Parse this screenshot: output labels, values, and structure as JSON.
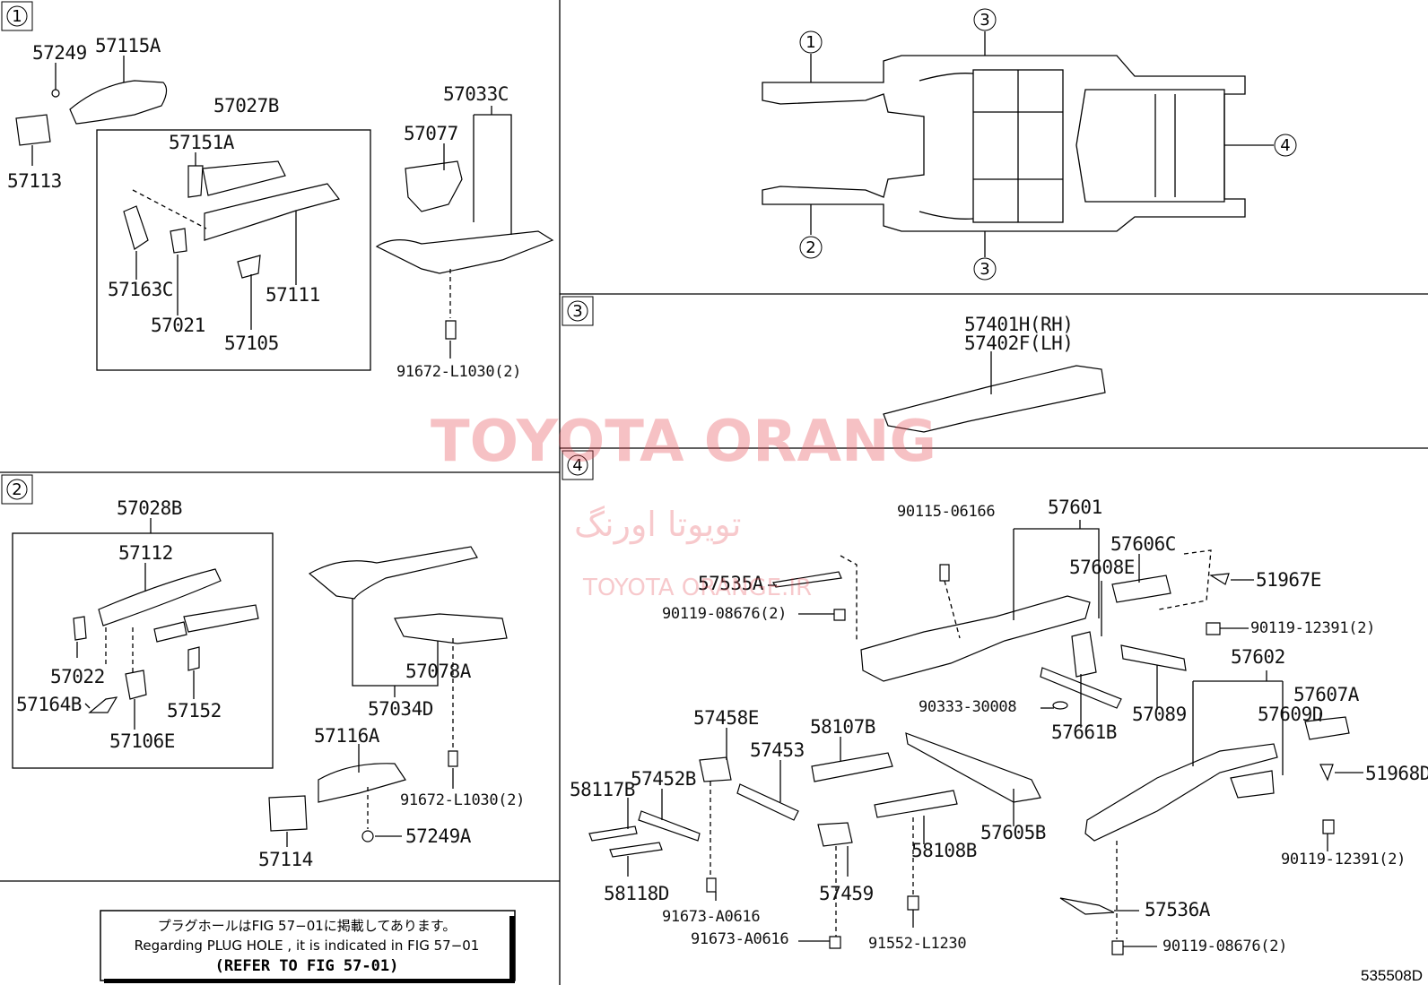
{
  "sections": {
    "s1": "1",
    "s2": "2",
    "s3": "3",
    "s4": "4"
  },
  "overview": {
    "c1": "1",
    "c2": "2",
    "c3a": "3",
    "c3b": "3",
    "c4": "4"
  },
  "section1": {
    "p57249": "57249",
    "p57115A": "57115A",
    "p57113": "57113",
    "p57027B": "57027B",
    "p57151A": "57151A",
    "p57163C": "57163C",
    "p57021": "57021",
    "p57105": "57105",
    "p57111": "57111",
    "p57033C": "57033C",
    "p57077": "57077",
    "p91672": "91672-L1030(2)"
  },
  "section2": {
    "p57028B": "57028B",
    "p57112": "57112",
    "p57022": "57022",
    "p57164B": "57164B",
    "p57106E": "57106E",
    "p57152": "57152",
    "p57078A": "57078A",
    "p57034D": "57034D",
    "p57116A": "57116A",
    "p91672": "91672-L1030(2)",
    "p57114": "57114",
    "p57249A": "57249A"
  },
  "section3": {
    "p57401H": "57401H(RH)",
    "p57402F": "57402F(LH)"
  },
  "section4": {
    "p90115": "90115-06166",
    "p57601": "57601",
    "p57606C": "57606C",
    "p57535A": "57535A",
    "p57608E": "57608E",
    "p51967E": "51967E",
    "p90119a": "90119-08676(2)",
    "p90119b": "90119-12391(2)",
    "p57602": "57602",
    "p57607A": "57607A",
    "p90333": "90333-30008",
    "p57609D": "57609D",
    "p57089": "57089",
    "p57661B": "57661B",
    "p51968D": "51968D",
    "p57458E": "57458E",
    "p58107B": "58107B",
    "p57453": "57453",
    "p57452B": "57452B",
    "p58117B": "58117B",
    "p57605B": "57605B",
    "p58108B": "58108B",
    "p90119c": "90119-12391(2)",
    "p58118D": "58118D",
    "p57459": "57459",
    "p91673a": "91673-A0616",
    "p91673b": "91673-A0616",
    "p91552": "91552-L1230",
    "p57536A": "57536A",
    "p90119d": "90119-08676(2)"
  },
  "note": {
    "jp": "プラグホールはFIG 57−01に掲載してあります。",
    "en": "Regarding  PLUG  HOLE , it is indicated in FIG  57−01",
    "ref": "(REFER TO FIG 57-01)"
  },
  "watermark": {
    "title": "TOYOTA ORANG",
    "persian": "تویوتا اورنگ",
    "site": "TOYOTA ORANGE.IR"
  },
  "diagram_code": "535508D"
}
